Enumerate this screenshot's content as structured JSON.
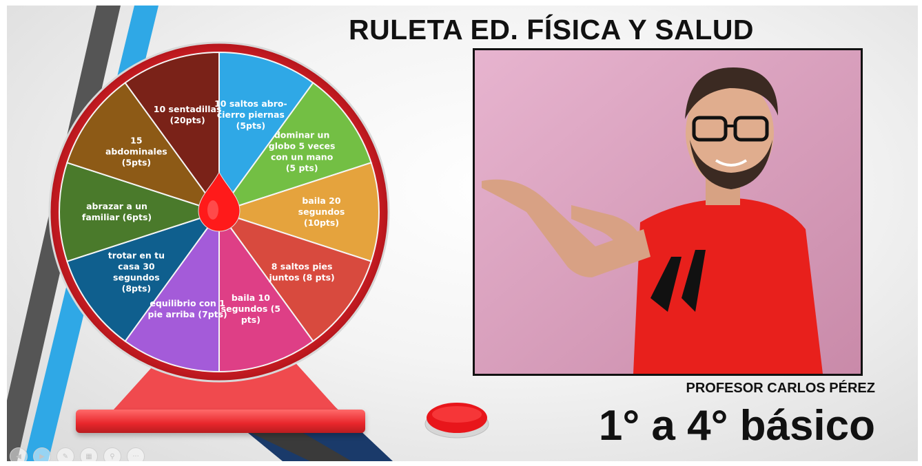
{
  "title": "RULETA ED. FÍSICA Y SALUD",
  "teacher": "PROFESOR CARLOS PÉREZ",
  "grade": "1° a 4° básico",
  "wheel": {
    "segments": [
      {
        "lines": [
          "10 saltos abro-",
          "cierro piernas",
          "(5pts)"
        ],
        "color": "#2fa8e6"
      },
      {
        "lines": [
          "dominar un",
          "globo 5 veces",
          "con un mano",
          "(5 pts)"
        ],
        "color": "#73bf44"
      },
      {
        "lines": [
          "baila 20",
          "segundos",
          "(10pts)"
        ],
        "color": "#e5a33d"
      },
      {
        "lines": [
          "8 saltos pies",
          "juntos (8 pts)"
        ],
        "color": "#d84a3e"
      },
      {
        "lines": [
          "baila 10",
          "segundos (5",
          "pts)"
        ],
        "color": "#de3f86"
      },
      {
        "lines": [
          "equilibrio con 1",
          "pie arriba (7pts)"
        ],
        "color": "#a45bd9"
      },
      {
        "lines": [
          "trotar en tu",
          "casa 30",
          "segundos",
          "(8pts)"
        ],
        "color": "#0f5f8e"
      },
      {
        "lines": [
          "abrazar a un",
          "familiar (6pts)"
        ],
        "color": "#4a7a2b"
      },
      {
        "lines": [
          "15",
          "abdominales",
          "(5pts)"
        ],
        "color": "#8d5a16"
      },
      {
        "lines": [
          "10 sentadillas",
          "(20pts)"
        ],
        "color": "#7a2218"
      }
    ],
    "rim_color": "#e0252c",
    "pointer_color": "#ff1a1a"
  },
  "nav": {
    "icons": [
      "previous-icon",
      "next-icon",
      "pen-icon",
      "slides-icon",
      "zoom-icon",
      "more-icon"
    ]
  }
}
